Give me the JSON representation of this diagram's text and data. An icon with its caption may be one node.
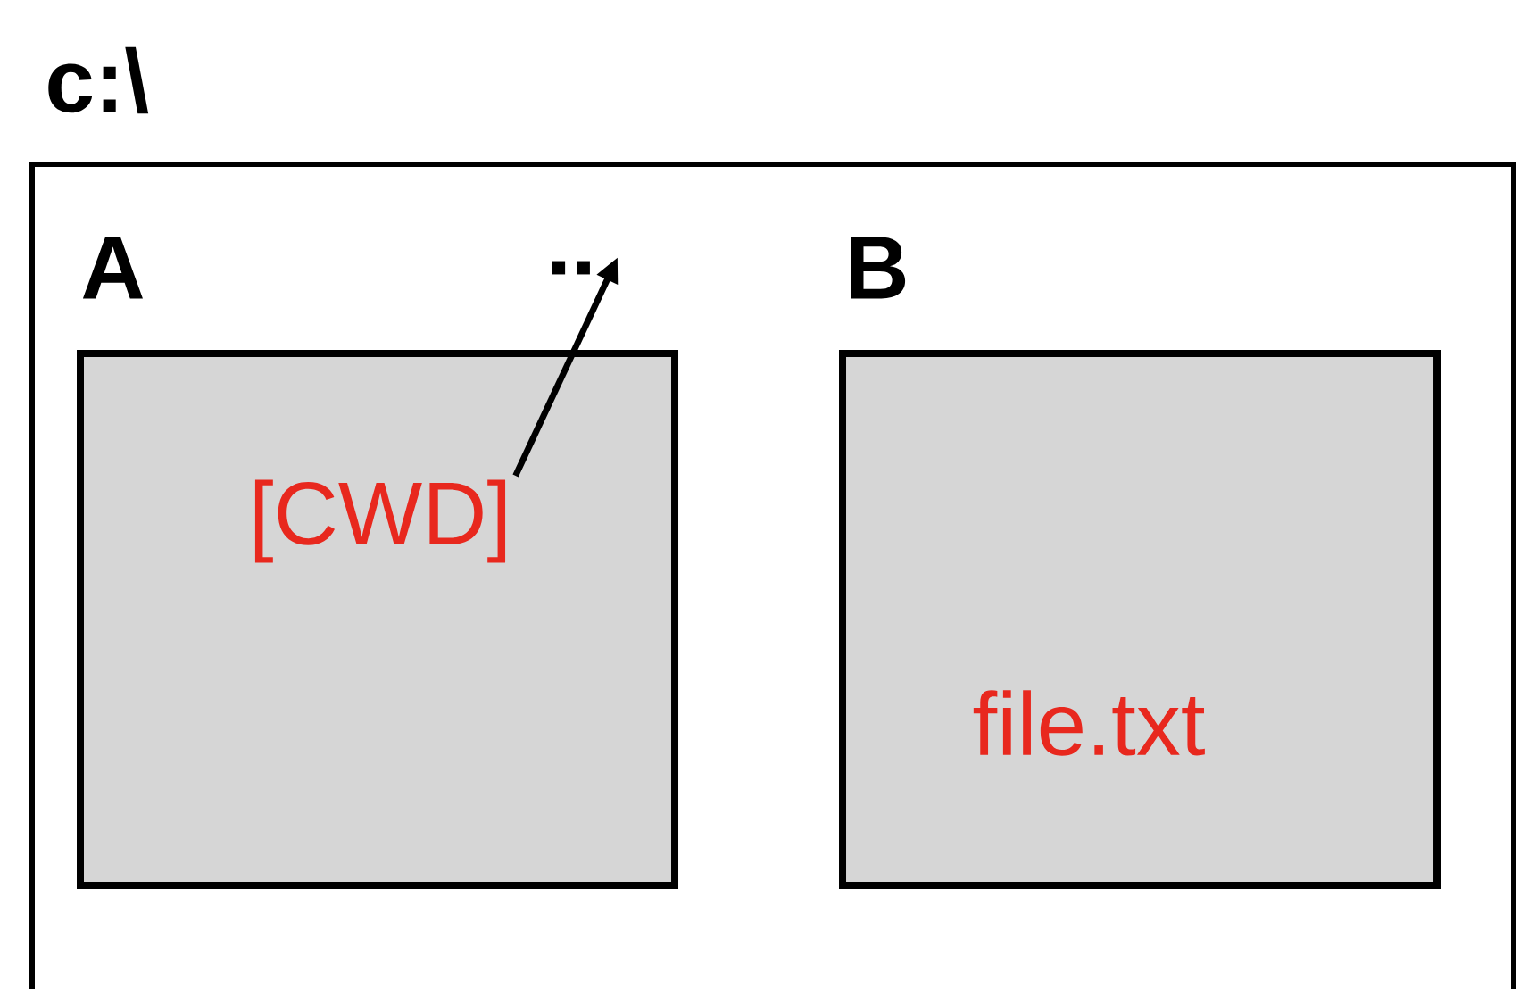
{
  "diagram": {
    "nodes": [
      {
        "text": [
          "c:\\"
        ]
      },
      {
        "text": [
          "A"
        ],
        "in": 0
      },
      {
        "text": [
          "[CWD]"
        ],
        "in": 1
      },
      {
        "text": [
          ".."
        ],
        "in": 0
      },
      {
        "text": [
          "B",
          "file.txt"
        ],
        "in": 0
      }
    ],
    "edges": [
      {
        "from": 2,
        "to": 3,
        "arrow": "to"
      }
    ]
  }
}
